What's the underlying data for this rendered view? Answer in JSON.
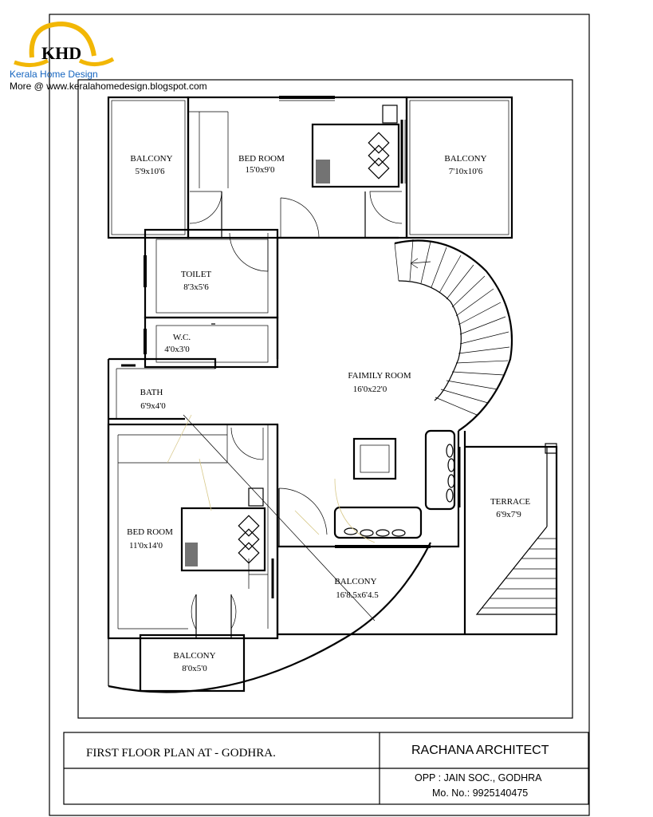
{
  "logo": {
    "mark": "KHD",
    "name": "Kerala Home Design",
    "url": "More @ www.keralahomedesign.blogspot.com"
  },
  "rooms": [
    {
      "name": "BALCONY",
      "size": "5'9x10'6"
    },
    {
      "name": "BED ROOM",
      "size": "15'0x9'0"
    },
    {
      "name": "BALCONY",
      "size": "7'10x10'6"
    },
    {
      "name": "TOILET",
      "size": "8'3x5'6"
    },
    {
      "name": "W.C.",
      "size": "4'0x3'0"
    },
    {
      "name": "FAIMILY ROOM",
      "size": "16'0x22'0"
    },
    {
      "name": "BATH",
      "size": "6'9x4'0"
    },
    {
      "name": "TERRACE",
      "size": "6'9x7'9"
    },
    {
      "name": "BED ROOM",
      "size": "11'0x14'0"
    },
    {
      "name": "BALCONY",
      "size": "16'8.5x6'4.5"
    },
    {
      "name": "BALCONY",
      "size": "8'0x5'0"
    }
  ],
  "title_block": {
    "plan_title": "FIRST FLOOR PLAN AT - GODHRA.",
    "architect": "RACHANA ARCHITECT",
    "address": "OPP : JAIN SOC., GODHRA",
    "phone": "Mo. No.: 9925140475"
  },
  "colors": {
    "lines": "#000000",
    "logo_gold": "#f2b705",
    "logo_blue": "#1565c0",
    "faint_dim": "#d8c98a"
  }
}
